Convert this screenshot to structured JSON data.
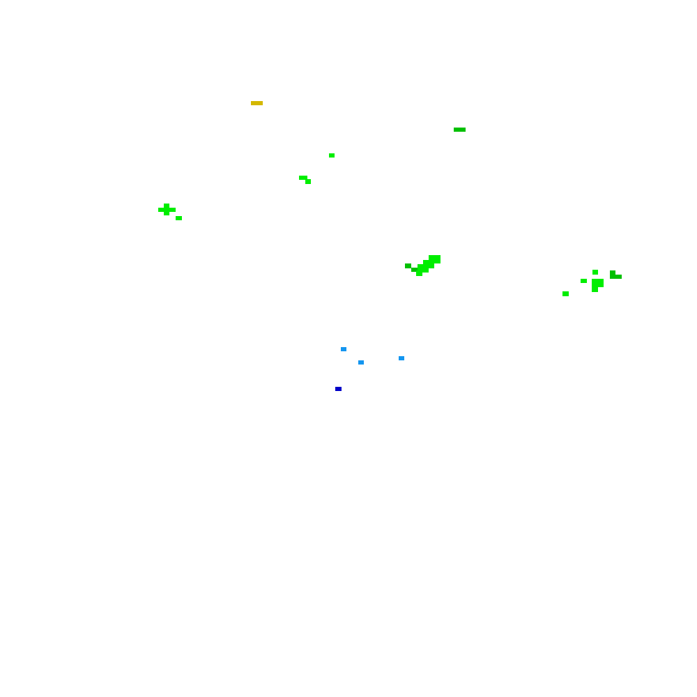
{
  "map": {
    "background": "#ffffff",
    "legend_colors": {
      "yellow": "#d4b800",
      "dark_green": "#00c000",
      "bright_green": "#00ee00",
      "light_blue": "#1496f0",
      "dark_blue": "#0000c8"
    },
    "clusters": [
      {
        "id": "yellow-cluster",
        "color": "yellow"
      },
      {
        "id": "north-east-cluster",
        "color": "dark_green"
      },
      {
        "id": "north-center-cluster",
        "color": "bright_green"
      },
      {
        "id": "center-left-cluster",
        "color": "bright_green"
      },
      {
        "id": "west-cluster",
        "color": "bright_green"
      },
      {
        "id": "central-cluster",
        "color": "bright_green"
      },
      {
        "id": "east-cluster",
        "color": "bright_green"
      },
      {
        "id": "south-blue-cluster",
        "color": "light_blue"
      },
      {
        "id": "south-dark-blue-cluster",
        "color": "dark_blue"
      }
    ]
  }
}
